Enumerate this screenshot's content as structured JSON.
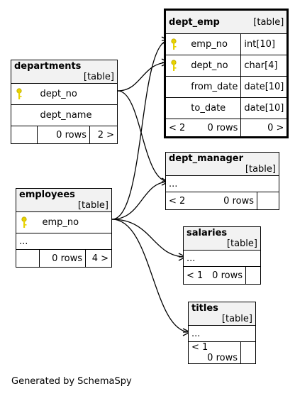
{
  "tables": {
    "dept_emp": {
      "name": "dept_emp",
      "type": "[table]",
      "columns": [
        {
          "name": "emp_no",
          "type": "int[10]",
          "key": true
        },
        {
          "name": "dept_no",
          "type": "char[4]",
          "key": true
        },
        {
          "name": "from_date",
          "type": "date[10]",
          "key": false
        },
        {
          "name": "to_date",
          "type": "date[10]",
          "key": false
        }
      ],
      "footer": {
        "left": "< 2",
        "rows": "0 rows",
        "right": "0 >"
      }
    },
    "departments": {
      "name": "departments",
      "type": "[table]",
      "columns": [
        {
          "name": "dept_no",
          "key": true
        },
        {
          "name": "dept_name",
          "key": false
        }
      ],
      "footer": {
        "left": "",
        "rows": "0 rows",
        "right": "2 >"
      }
    },
    "dept_manager": {
      "name": "dept_manager",
      "type": "[table]",
      "ellipsis": "...",
      "footer": {
        "left": "< 2",
        "rows": "0 rows",
        "right": ""
      }
    },
    "employees": {
      "name": "employees",
      "type": "[table]",
      "columns": [
        {
          "name": "emp_no",
          "key": true
        }
      ],
      "ellipsis": "...",
      "footer": {
        "left": "",
        "rows": "0 rows",
        "right": "4 >"
      }
    },
    "salaries": {
      "name": "salaries",
      "type": "[table]",
      "ellipsis": "...",
      "footer": {
        "left": "< 1",
        "rows": "0 rows",
        "right": ""
      }
    },
    "titles": {
      "name": "titles",
      "type": "[table]",
      "ellipsis": "...",
      "footer": {
        "left": "< 1",
        "rows": "0 rows",
        "right": ""
      }
    }
  },
  "caption": "Generated by SchemaSpy",
  "colors": {
    "key": "#e8d200",
    "header_bg": "#f2f2f2",
    "line": "#000000"
  }
}
